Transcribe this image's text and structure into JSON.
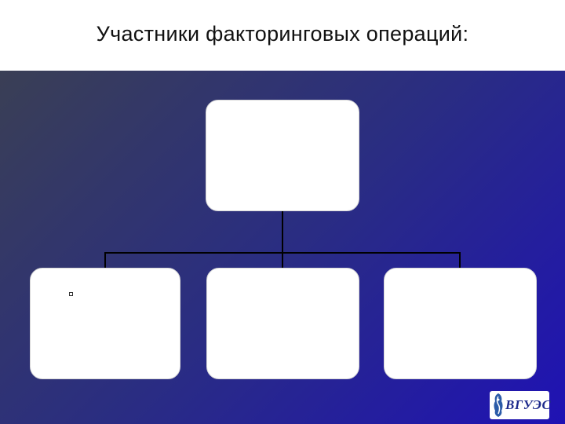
{
  "slide": {
    "title": "Участники факторинговых операций:"
  },
  "diagram": {
    "boxes": [
      {
        "id": "top",
        "text": ""
      },
      {
        "id": "left",
        "text": ""
      },
      {
        "id": "center",
        "text": ""
      },
      {
        "id": "right",
        "text": ""
      }
    ],
    "colors": {
      "background_start": "#3a3f55",
      "background_end": "#1f12b4",
      "box_fill": "#ffffff",
      "connector": "#000000"
    }
  },
  "logo": {
    "text": "ВГУЭС",
    "icon": "university-emblem-icon"
  }
}
